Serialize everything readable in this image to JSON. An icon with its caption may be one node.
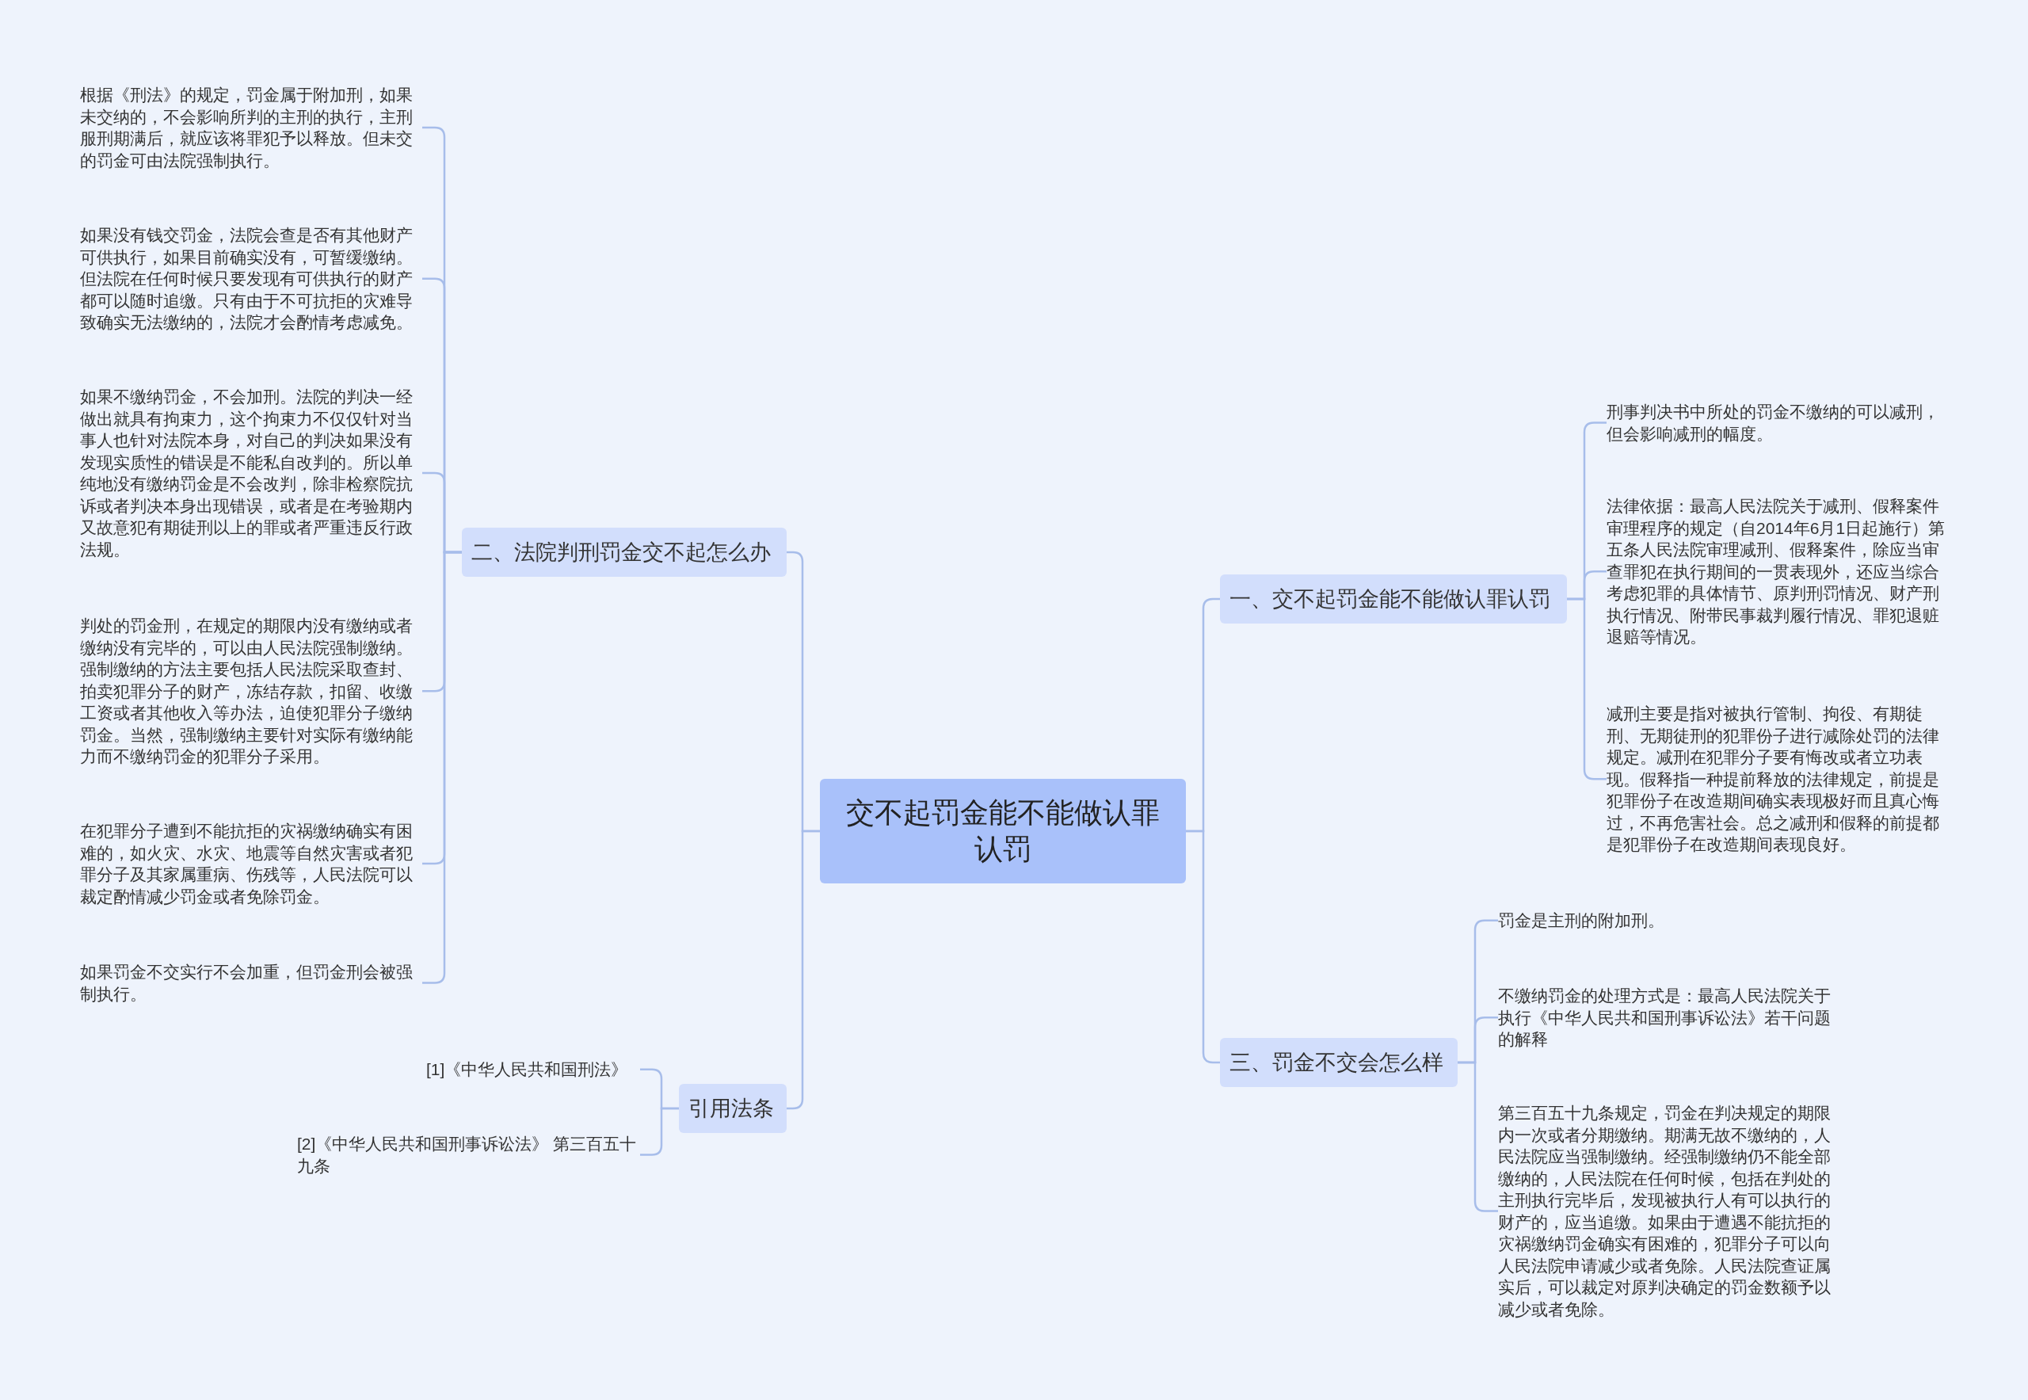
{
  "diagram": {
    "nodes": [
      {
        "text": [
          "交不起罚金能不能做认罪认罚"
        ]
      },
      {
        "text": [
          "二、法院判刑罚金交不起怎么办"
        ]
      },
      {
        "text": [
          "根据《刑法》的规定，罚金属于附加刑，如果未交纳的，不会影响所判的主刑的执行，主刑服刑期满后，就应该将罪犯予以释放。但未交的罚金可由法院强制执行。"
        ]
      },
      {
        "text": [
          "如果没有钱交罚金，法院会查是否有其他财产可供执行，如果目前确实没有，可暂缓缴纳。但法院在任何时候只要发现有可供执行的财产都可以随时追缴。只有由于不可抗拒的灾难导致确实无法缴纳的，法院才会酌情考虑减免。"
        ]
      },
      {
        "text": [
          "如果不缴纳罚金，不会加刑。法院的判决一经做出就具有拘束力，这个拘束力不仅仅针对当事人也针对法院本身，对自己的判决如果没有发现实质性的错误是不能私自改判的。所以单纯地没有缴纳罚金是不会改判，除非检察院抗诉或者判决本身出现错误，或者是在考验期内又故意犯有期徒刑以上的罪或者严重违反行政法规。"
        ]
      },
      {
        "text": [
          "判处的罚金刑，在规定的期限内没有缴纳或者缴纳没有完毕的，可以由人民法院强制缴纳。强制缴纳的方法主要包括人民法院采取查封、拍卖犯罪分子的财产，冻结存款，扣留、收缴工资或者其他收入等办法，迫使犯罪分子缴纳罚金。当然，强制缴纳主要针对实际有缴纳能力而不缴纳罚金的犯罪分子采用。"
        ]
      },
      {
        "text": [
          "在犯罪分子遭到不能抗拒的灾祸缴纳确实有困难的，如火灾、水灾、地震等自然灾害或者犯罪分子及其家属重病、伤残等，人民法院可以裁定酌情减少罚金或者免除罚金。"
        ]
      },
      {
        "text": [
          "如果罚金不交实行不会加重，但罚金刑会被强制执行。"
        ]
      },
      {
        "text": [
          "引用法条"
        ]
      },
      {
        "text": [
          "[1]《中华人民共和国刑法》"
        ]
      },
      {
        "text": [
          "[2]《中华人民共和国刑事诉讼法》 第三百五十九条"
        ]
      },
      {
        "text": [
          "一、交不起罚金能不能做认罪认罚"
        ]
      },
      {
        "text": [
          "刑事判决书中所处的罚金不缴纳的可以减刑，但会影响减刑的幅度。"
        ]
      },
      {
        "text": [
          "法律依据：最高人民法院关于减刑、假释案件审理程序的规定（自2014年6月1日起施行）第五条人民法院审理减刑、假释案件，除应当审查罪犯在执行期间的一贯表现外，还应当综合考虑犯罪的具体情节、原判刑罚情况、财产刑执行情况、附带民事裁判履行情况、罪犯退赃退赔等情况。"
        ]
      },
      {
        "text": [
          "减刑主要是指对被执行管制、拘役、有期徒刑、无期徒刑的犯罪份子进行减除处罚的法律规定。减刑在犯罪分子要有悔改或者立功表现。假释指一种提前释放的法律规定，前提是犯罪份子在改造期间确实表现极好而且真心悔过，不再危害社会。总之减刑和假释的前提都是犯罪份子在改造期间表现良好。"
        ]
      },
      {
        "text": [
          "三、罚金不交会怎么样"
        ]
      },
      {
        "text": [
          "罚金是主刑的附加刑。"
        ]
      },
      {
        "text": [
          "不缴纳罚金的处理方式是：最高人民法院关于执行《中华人民共和国刑事诉讼法》若干问题的解释"
        ]
      },
      {
        "text": [
          "第三百五十九条规定，罚金在判决规定的期限内一次或者分期缴纳。期满无故不缴纳的，人民法院应当强制缴纳。经强制缴纳仍不能全部缴纳的，人民法院在任何时候，包括在判处的主刑执行完毕后，发现被执行人有可以执行的财产的，应当追缴。如果由于遭遇不能抗拒的灾祸缴纳罚金确实有困难的，犯罪分子可以向人民法院申请减少或者免除。人民法院查证属实后，可以裁定对原判决确定的罚金数额予以减少或者免除。"
        ]
      }
    ],
    "edges": [
      {
        "from": 0,
        "to": 1,
        "arrow": "none"
      },
      {
        "from": 1,
        "to": 2,
        "arrow": "none"
      },
      {
        "from": 1,
        "to": 3,
        "arrow": "none"
      },
      {
        "from": 1,
        "to": 4,
        "arrow": "none"
      },
      {
        "from": 1,
        "to": 5,
        "arrow": "none"
      },
      {
        "from": 1,
        "to": 6,
        "arrow": "none"
      },
      {
        "from": 1,
        "to": 7,
        "arrow": "none"
      },
      {
        "from": 0,
        "to": 8,
        "arrow": "none"
      },
      {
        "from": 8,
        "to": 9,
        "arrow": "none"
      },
      {
        "from": 8,
        "to": 10,
        "arrow": "none"
      },
      {
        "from": 0,
        "to": 11,
        "arrow": "none"
      },
      {
        "from": 11,
        "to": 12,
        "arrow": "none"
      },
      {
        "from": 11,
        "to": 13,
        "arrow": "none"
      },
      {
        "from": 11,
        "to": 14,
        "arrow": "none"
      },
      {
        "from": 0,
        "to": 15,
        "arrow": "none"
      },
      {
        "from": 15,
        "to": 16,
        "arrow": "none"
      },
      {
        "from": 15,
        "to": 17,
        "arrow": "none"
      },
      {
        "from": 15,
        "to": 18,
        "arrow": "none"
      }
    ]
  }
}
